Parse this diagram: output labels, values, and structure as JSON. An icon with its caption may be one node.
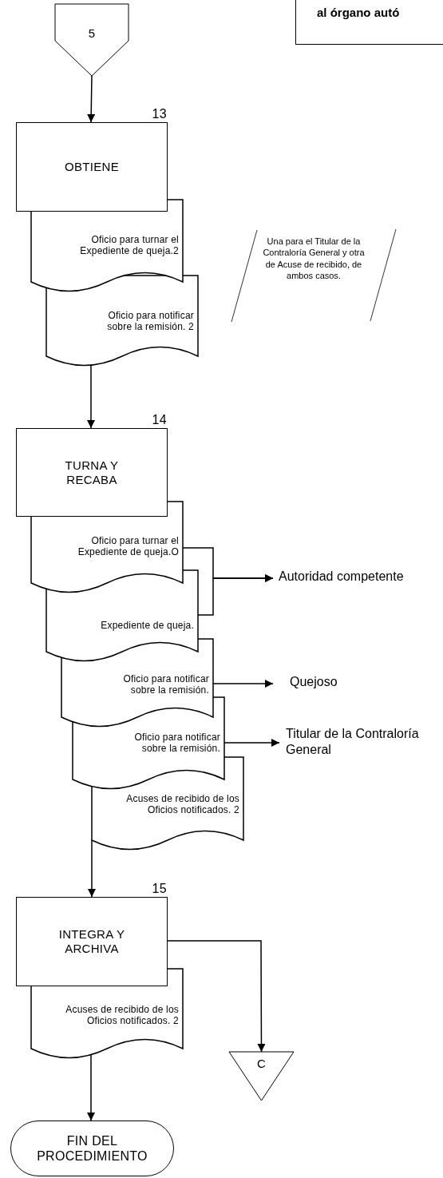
{
  "diagram": {
    "nodes": [
      {
        "text": [
          "5"
        ]
      },
      {
        "text": [
          "al órgano autó"
        ]
      },
      {
        "text": [
          "OBTIENE"
        ],
        "beside": [
          "13"
        ]
      },
      {
        "text": [
          "Oficio para turnar el Expediente de queja.2"
        ]
      },
      {
        "text": [
          "Oficio para notificar sobre la remisión. 2"
        ]
      },
      {
        "text": [
          "Una para el Titular de la Contraloría General y otra de Acuse de recibido, de ambos casos."
        ]
      },
      {
        "text": [
          "TURNA Y RECABA"
        ],
        "beside": [
          "14"
        ]
      },
      {
        "text": [
          "Oficio para turnar el Expediente de queja.O"
        ]
      },
      {
        "text": [
          "Expediente de queja."
        ]
      },
      {
        "text": [
          "Autoridad competente"
        ]
      },
      {
        "text": [
          "Oficio para notificar sobre la remisión."
        ]
      },
      {
        "text": [
          "Quejoso"
        ]
      },
      {
        "text": [
          "Oficio para notificar sobre la remisión."
        ]
      },
      {
        "text": [
          "Titular de la Contraloría General"
        ]
      },
      {
        "text": [
          "Acuses de recibido de los Oficios notificados. 2"
        ]
      },
      {
        "text": [
          "INTEGRA Y ARCHIVA"
        ],
        "beside": [
          "15"
        ]
      },
      {
        "text": [
          "Acuses de recibido de los Oficios notificados. 2"
        ]
      },
      {
        "text": [
          "C"
        ]
      },
      {
        "text": [
          "FIN DEL PROCEDIMIENTO"
        ]
      }
    ],
    "edges": [
      {
        "from": 0,
        "to": 2,
        "arrow": "to"
      },
      {
        "from": 4,
        "to": 6,
        "arrow": "to"
      },
      {
        "from": 7,
        "to": 9,
        "arrow": "to"
      },
      {
        "from": 8,
        "to": 9,
        "arrow": "to"
      },
      {
        "from": 10,
        "to": 11,
        "arrow": "to"
      },
      {
        "from": 12,
        "to": 13,
        "arrow": "to"
      },
      {
        "from": 14,
        "to": 15,
        "arrow": "to"
      },
      {
        "from": 15,
        "to": 17,
        "arrow": "to"
      },
      {
        "from": 16,
        "to": 18,
        "arrow": "to"
      }
    ]
  }
}
